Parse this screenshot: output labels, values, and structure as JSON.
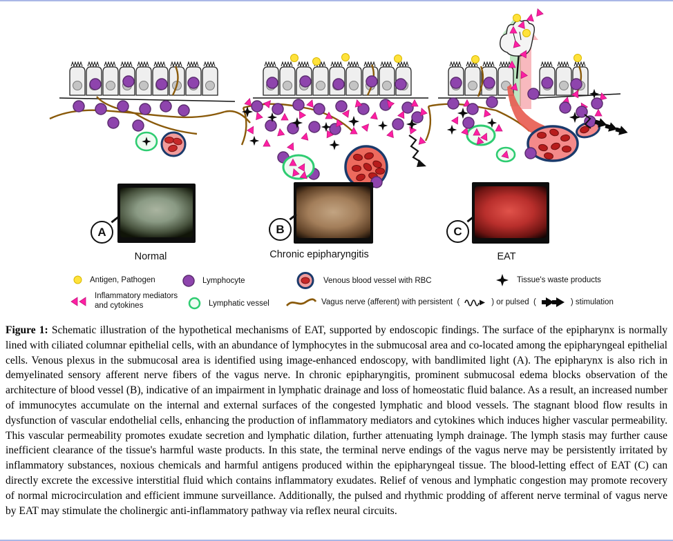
{
  "figure": {
    "panels": [
      {
        "letter": "A",
        "label": "Normal"
      },
      {
        "letter": "B",
        "label": "Chronic epipharyngitis"
      },
      {
        "letter": "C",
        "label": "EAT"
      }
    ],
    "legend": {
      "antigen_label": "Antigen, Pathogen",
      "lymphocyte_label": "Lymphocyte",
      "venous_label": "Venous blood vessel with RBC",
      "waste_label": "Tissue's waste products",
      "inflammatory_label_line1": "Inflammatory mediators",
      "inflammatory_label_line2": "and cytokines",
      "lymphatic_label": "Lymphatic vessel",
      "vagus_label_part1": "Vagus nerve (afferent) with persistent  (",
      "vagus_label_part2": ") or pulsed  (",
      "vagus_label_part3": ") stimulation"
    },
    "caption": {
      "label": "Figure 1:",
      "text": " Schematic illustration of the hypothetical mechanisms of EAT, supported by endoscopic findings. The surface of the epipharynx is normally lined with ciliated columnar epithelial cells, with an abundance of lymphocytes in the submucosal area and co-located among the epipharyngeal epithelial cells. Venous plexus in the submucosal area is identified using image-enhanced endoscopy, with bandlimited light (A). The epipharynx is also rich in demyelinated sensory afferent nerve fibers of the vagus nerve. In chronic epipharyngitis, prominent submucosal edema blocks observation of the architecture of blood vessel (B), indicative of an impairment in lymphatic drainage and loss of homeostatic fluid balance. As a result, an increased number of immunocytes accumulate on the internal and external surfaces of the congested lymphatic and blood vessels. The stagnant blood flow results in dysfunction of vascular endothelial cells, enhancing the production of inflammatory mediators and cytokines which induces higher vascular permeability. This vascular permeability promotes exudate secretion and lymphatic dilation, further attenuating lymph drainage. The lymph stasis may further cause inefficient clearance of the tissue's harmful waste products. In this state, the terminal nerve endings of the vagus nerve may be persistently irritated by inflammatory substances, noxious chemicals and harmful antigens produced within the epipharyngeal tissue. The blood-letting effect of EAT (C) can directly excrete the excessive interstitial fluid which contains inflammatory exudates. Relief of venous and lymphatic congestion may promote recovery of normal microcirculation and efficient immune surveillance. Additionally, the pulsed and rhythmic prodding of afferent nerve terminal of vagus nerve by EAT may stimulate the cholinergic anti-inflammatory pathway via reflex neural circuits."
    }
  },
  "colors": {
    "lymphocyte": "#8E44AD",
    "antigen": "#FFE23B",
    "inflammatory_mediator": "#FF1FA3",
    "lymphatic_vessel": "#2ECC71",
    "venous_ring": "#1A3A6B",
    "venous_fill": "#F19C9C",
    "rbc": "#C62828",
    "vagus_nerve": "#8A5A0A",
    "waste_star": "#0A0A0A",
    "page_border": "#A9B7E6"
  }
}
